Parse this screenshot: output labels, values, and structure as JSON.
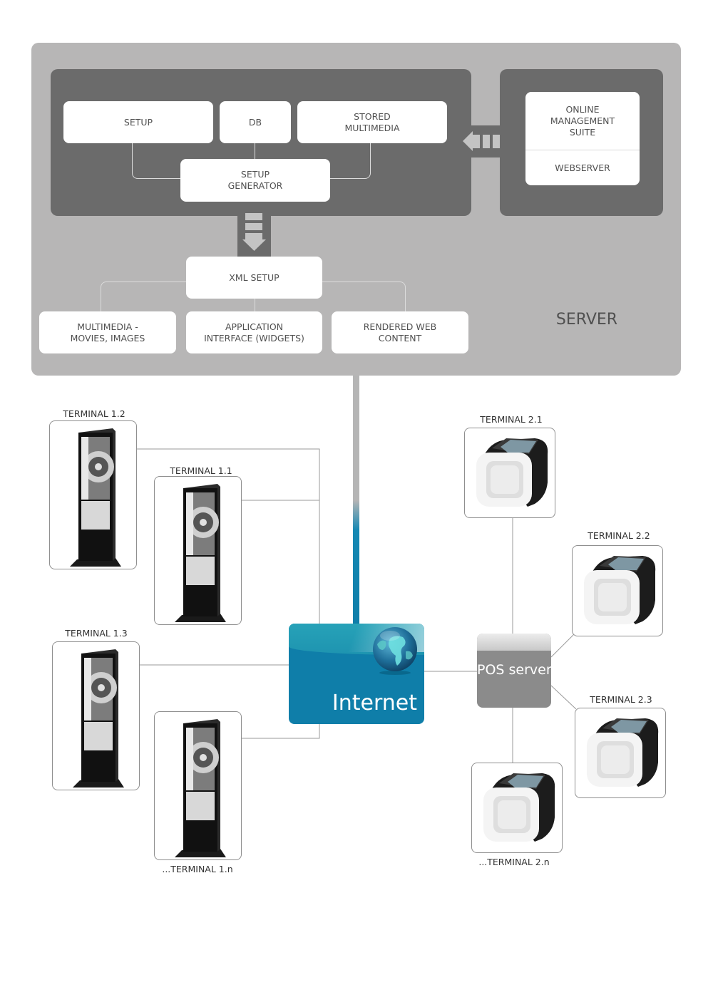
{
  "server": {
    "label": "SERVER",
    "left_panel": {
      "setup": "SETUP",
      "db": "DB",
      "stored_multimedia": [
        "STORED",
        "MULTIMEDIA"
      ],
      "setup_generator": [
        "SETUP",
        "GENERATOR"
      ]
    },
    "right_panel": {
      "online_management_suite": [
        "ONLINE",
        "MANAGEMENT",
        "SUITE"
      ],
      "webserver": "WEBSERVER"
    },
    "xml_setup": "XML SETUP",
    "outputs": {
      "multimedia": [
        "MULTIMEDIA -",
        "MOVIES, IMAGES"
      ],
      "application_interface": [
        "APPLICATION",
        "INTERFACE (WIDGETS)"
      ],
      "rendered_web_content": [
        "RENDERED WEB",
        "CONTENT"
      ]
    }
  },
  "network": {
    "internet_label": "Internet",
    "pos_server_label": "POS server"
  },
  "terminals_group1": [
    {
      "label": "TERMINAL 1.2",
      "kind": "kiosk-stand"
    },
    {
      "label": "TERMINAL 1.1",
      "kind": "kiosk-stand"
    },
    {
      "label": "TERMINAL 1.3",
      "kind": "kiosk-stand"
    },
    {
      "label": "...TERMINAL 1.n",
      "kind": "kiosk-stand"
    }
  ],
  "terminals_group2": [
    {
      "label": "TERMINAL 2.1",
      "kind": "pos-cube"
    },
    {
      "label": "TERMINAL 2.2",
      "kind": "pos-cube"
    },
    {
      "label": "TERMINAL 2.3",
      "kind": "pos-cube"
    },
    {
      "label": "...TERMINAL 2.n",
      "kind": "pos-cube"
    }
  ],
  "colors": {
    "server_bg": "#b7b6b6",
    "panel_dark": "#6b6b6b",
    "internet_blue": "#0f7ea9",
    "pos_gray": "#8b8b8b"
  }
}
